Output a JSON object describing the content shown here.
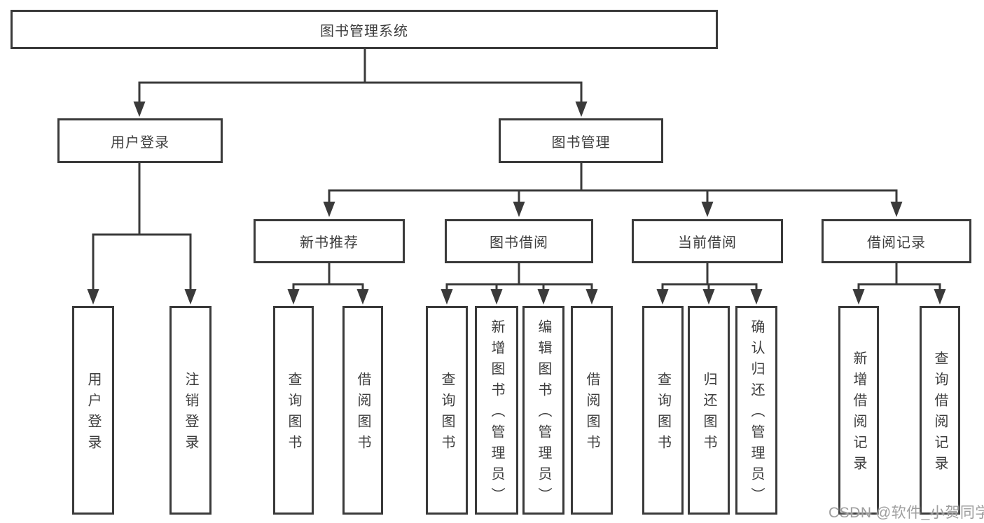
{
  "tree": {
    "root": {
      "label": "图书管理系统",
      "children": [
        {
          "label": "用户登录",
          "children": [
            {
              "label": "用户登录"
            },
            {
              "label": "注销登录"
            }
          ]
        },
        {
          "label": "图书管理",
          "children": [
            {
              "label": "新书推荐",
              "children": [
                {
                  "label": "查询图书"
                },
                {
                  "label": "借阅图书"
                }
              ]
            },
            {
              "label": "图书借阅",
              "children": [
                {
                  "label": "查询图书"
                },
                {
                  "label": "新增图书（管理员）"
                },
                {
                  "label": "编辑图书（管理员）"
                },
                {
                  "label": "借阅图书"
                }
              ]
            },
            {
              "label": "当前借阅",
              "children": [
                {
                  "label": "查询图书"
                },
                {
                  "label": "归还图书"
                },
                {
                  "label": "确认归还（管理员）"
                }
              ]
            },
            {
              "label": "借阅记录",
              "children": [
                {
                  "label": "新增借阅记录"
                },
                {
                  "label": "查询借阅记录"
                }
              ]
            }
          ]
        }
      ]
    }
  },
  "watermark": "CSDN @软件_小贺同学",
  "colors": {
    "line": "#3a3a3a",
    "text": "#3d3d3d",
    "box_background": "#ffffff",
    "page_background": "#ffffff",
    "watermark": "#9e9e9e"
  }
}
